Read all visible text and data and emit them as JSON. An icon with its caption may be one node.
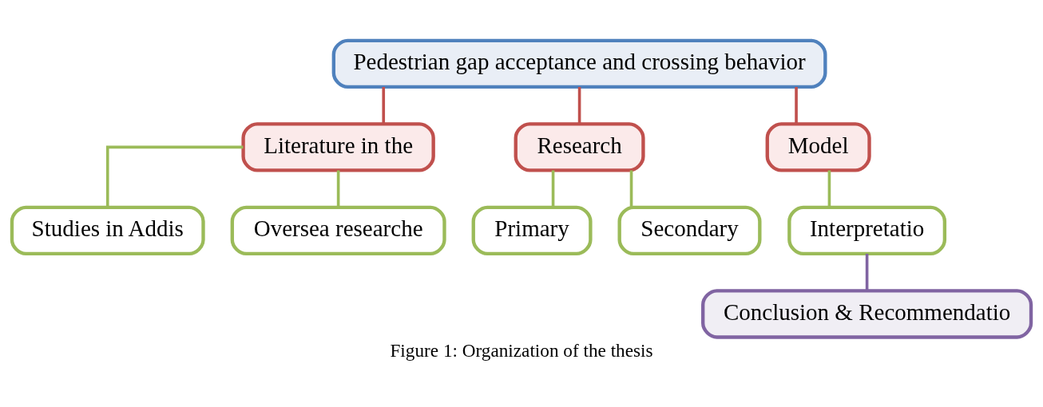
{
  "diagram": {
    "caption": "Figure 1: Organization of the thesis",
    "nodes": [
      {
        "text": [
          "Pedestrian gap acceptance and crossing behavior"
        ]
      },
      {
        "text": [
          "Literature in the"
        ]
      },
      {
        "text": [
          "Research"
        ]
      },
      {
        "text": [
          "Model"
        ]
      },
      {
        "text": [
          "Studies in Addis"
        ]
      },
      {
        "text": [
          "Oversea researche"
        ]
      },
      {
        "text": [
          "Primary"
        ]
      },
      {
        "text": [
          "Secondary"
        ]
      },
      {
        "text": [
          "Interpretatio"
        ]
      },
      {
        "text": [
          "Conclusion & Recommendatio"
        ]
      }
    ],
    "edges": [
      {
        "from": 0,
        "to": 1,
        "arrow": "none",
        "color": "#c0504d"
      },
      {
        "from": 0,
        "to": 2,
        "arrow": "none",
        "color": "#c0504d"
      },
      {
        "from": 0,
        "to": 3,
        "arrow": "none",
        "color": "#c0504d"
      },
      {
        "from": 1,
        "to": 4,
        "arrow": "none"
      },
      {
        "from": 1,
        "to": 5,
        "arrow": "none"
      },
      {
        "from": 2,
        "to": 6,
        "arrow": "none"
      },
      {
        "from": 2,
        "to": 7,
        "arrow": "none"
      },
      {
        "from": 3,
        "to": 8,
        "arrow": "none"
      },
      {
        "from": 8,
        "to": 9,
        "arrow": "none",
        "color": "#8064a2"
      }
    ]
  }
}
